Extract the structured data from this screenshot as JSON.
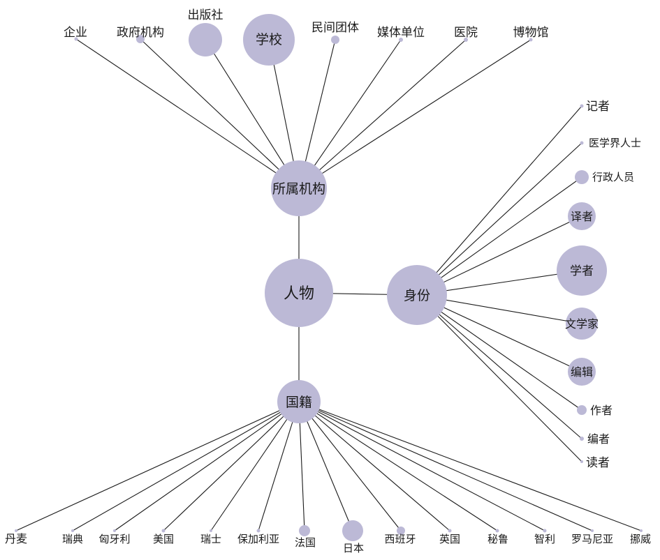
{
  "colors": {
    "node_fill": "#bcb9d6",
    "edge": "#1a1a1a",
    "text": "#1a1a1a",
    "background": "#ffffff"
  },
  "nodes": {
    "root": {
      "label": "人物"
    },
    "institution": {
      "label": "所属机构"
    },
    "identity": {
      "label": "身份"
    },
    "nationality": {
      "label": "国籍"
    },
    "inst_children": [
      {
        "label": "企业"
      },
      {
        "label": "政府机构"
      },
      {
        "label": "出版社"
      },
      {
        "label": "学校"
      },
      {
        "label": "民间团体"
      },
      {
        "label": "媒体单位"
      },
      {
        "label": "医院"
      },
      {
        "label": "博物馆"
      }
    ],
    "identity_children": [
      {
        "label": "记者"
      },
      {
        "label": "医学界人士"
      },
      {
        "label": "行政人员"
      },
      {
        "label": "译者"
      },
      {
        "label": "学者"
      },
      {
        "label": "文学家"
      },
      {
        "label": "编辑"
      },
      {
        "label": "作者"
      },
      {
        "label": "编者"
      },
      {
        "label": "读者"
      }
    ],
    "nationality_children": [
      {
        "label": "丹麦"
      },
      {
        "label": "瑞典"
      },
      {
        "label": "匈牙利"
      },
      {
        "label": "美国"
      },
      {
        "label": "瑞士"
      },
      {
        "label": "保加利亚"
      },
      {
        "label": "法国"
      },
      {
        "label": "日本"
      },
      {
        "label": "西班牙"
      },
      {
        "label": "英国"
      },
      {
        "label": "秘鲁"
      },
      {
        "label": "智利"
      },
      {
        "label": "罗马尼亚"
      },
      {
        "label": "挪威"
      }
    ]
  }
}
